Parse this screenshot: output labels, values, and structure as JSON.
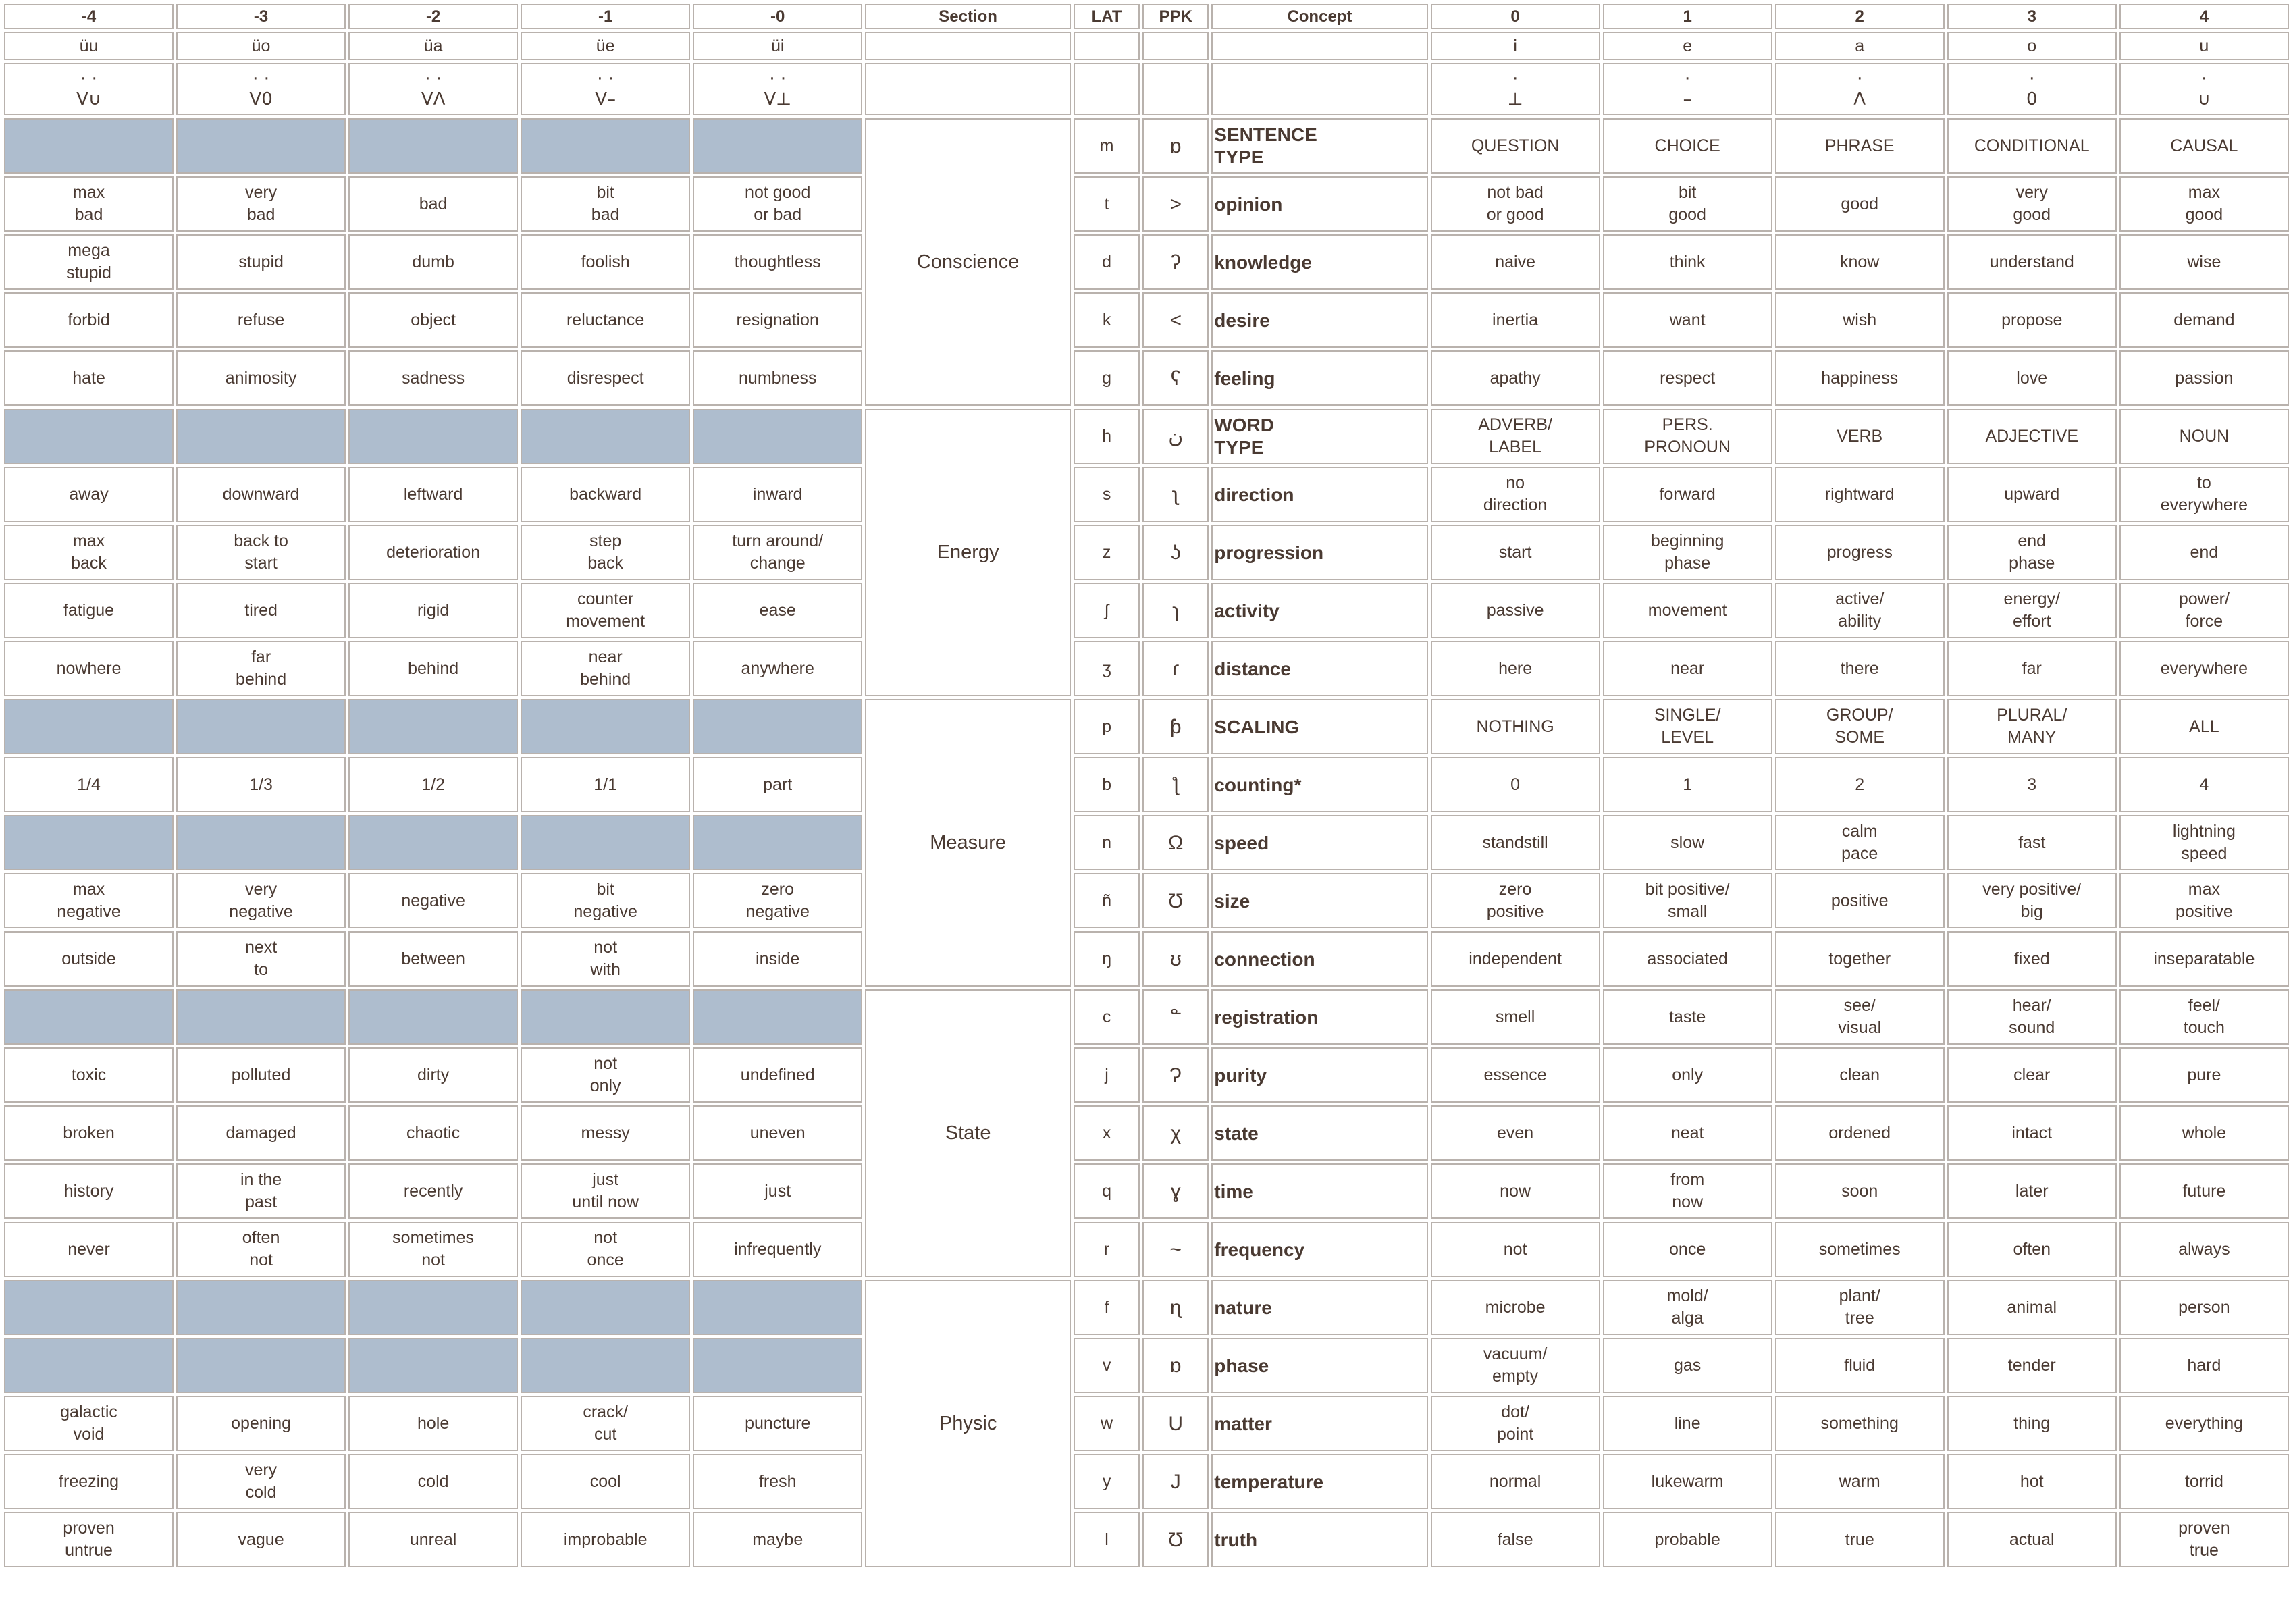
{
  "headers": {
    "neg": [
      "-4",
      "-3",
      "-2",
      "-1",
      "-0"
    ],
    "section": "Section",
    "lat": "LAT",
    "ppk": "PPK",
    "concept": "Concept",
    "pos": [
      "0",
      "1",
      "2",
      "3",
      "4"
    ]
  },
  "vowel_row": {
    "neg": [
      "üu",
      "üo",
      "üa",
      "üe",
      "üi"
    ],
    "pos": [
      "i",
      "e",
      "a",
      "o",
      "u"
    ]
  },
  "glyph_row": {
    "neg": [
      "· ·\nV∪",
      "· ·\nV0",
      "· ·\nVΛ",
      "· ·\nV–",
      "· ·\nV⊥"
    ],
    "pos": [
      "·\n⊥",
      "·\n–",
      "·\nΛ",
      "·\n0",
      "·\n∪"
    ]
  },
  "sections": [
    "Conscience",
    "Energy",
    "Measure",
    "State",
    "Physic"
  ],
  "rows": [
    {
      "neg": null,
      "lat": "m",
      "ppk": "ɒ",
      "concept": "SENTENCE\nTYPE",
      "pos": [
        "QUESTION",
        "CHOICE",
        "PHRASE",
        "CONDITIONAL",
        "CAUSAL"
      ]
    },
    {
      "neg": [
        "max\nbad",
        "very\nbad",
        "bad",
        "bit\nbad",
        "not good\nor bad"
      ],
      "lat": "t",
      "ppk": ">",
      "concept": "opinion",
      "pos": [
        "not bad\nor good",
        "bit\ngood",
        "good",
        "very\ngood",
        "max\ngood"
      ]
    },
    {
      "neg": [
        "mega\nstupid",
        "stupid",
        "dumb",
        "foolish",
        "thoughtless"
      ],
      "lat": "d",
      "ppk": "ʔ",
      "concept": "knowledge",
      "pos": [
        "naive",
        "think",
        "know",
        "understand",
        "wise"
      ]
    },
    {
      "neg": [
        "forbid",
        "refuse",
        "object",
        "reluctance",
        "resignation"
      ],
      "lat": "k",
      "ppk": "<",
      "concept": "desire",
      "pos": [
        "inertia",
        "want",
        "wish",
        "propose",
        "demand"
      ]
    },
    {
      "neg": [
        "hate",
        "animosity",
        "sadness",
        "disrespect",
        "numbness"
      ],
      "lat": "g",
      "ppk": "ʕ",
      "concept": "feeling",
      "pos": [
        "apathy",
        "respect",
        "happiness",
        "love",
        "passion"
      ]
    },
    {
      "neg": null,
      "lat": "h",
      "ppk": "ن",
      "concept": "WORD\nTYPE",
      "pos": [
        "ADVERB/\nLABEL",
        "PERS.\nPRONOUN",
        "VERB",
        "ADJECTIVE",
        "NOUN"
      ]
    },
    {
      "neg": [
        "away",
        "downward",
        "leftward",
        "backward",
        "inward"
      ],
      "lat": "s",
      "ppk": "ʅ",
      "concept": "direction",
      "pos": [
        "no\ndirection",
        "forward",
        "rightward",
        "upward",
        "to\neverywhere"
      ]
    },
    {
      "neg": [
        "max\nback",
        "back to\nstart",
        "deterioration",
        "step\nback",
        "turn around/\nchange"
      ],
      "lat": "z",
      "ppk": "ʖ",
      "concept": "progression",
      "pos": [
        "start",
        "beginning\nphase",
        "progress",
        "end\nphase",
        "end"
      ]
    },
    {
      "neg": [
        "fatigue",
        "tired",
        "rigid",
        "counter\nmovement",
        "ease"
      ],
      "lat": "ʃ",
      "ppk": "ɿ",
      "concept": "activity",
      "pos": [
        "passive",
        "movement",
        "active/\nability",
        "energy/\neffort",
        "power/\nforce"
      ]
    },
    {
      "neg": [
        "nowhere",
        "far\nbehind",
        "behind",
        "near\nbehind",
        "anywhere"
      ],
      "lat": "ʒ",
      "ppk": "ɾ",
      "concept": "distance",
      "pos": [
        "here",
        "near",
        "there",
        "far",
        "everywhere"
      ]
    },
    {
      "neg": null,
      "lat": "p",
      "ppk": "ƥ",
      "concept": "SCALING",
      "pos": [
        "NOTHING",
        "SINGLE/\nLEVEL",
        "GROUP/\nSOME",
        "PLURAL/\nMANY",
        "ALL"
      ]
    },
    {
      "neg": [
        "1/4",
        "1/3",
        "1/2",
        "1/1",
        "part"
      ],
      "lat": "b",
      "ppk": "ƪ",
      "concept": "counting*",
      "pos": [
        "0",
        "1",
        "2",
        "3",
        "4"
      ]
    },
    {
      "neg": null,
      "lat": "n",
      "ppk": "Ω",
      "concept": "speed",
      "pos": [
        "standstill",
        "slow",
        "calm\npace",
        "fast",
        "lightning\nspeed"
      ]
    },
    {
      "neg": [
        "max\nnegative",
        "very\nnegative",
        "negative",
        "bit\nnegative",
        "zero\nnegative"
      ],
      "lat": "ñ",
      "ppk": "Ʊ",
      "concept": "size",
      "pos": [
        "zero\npositive",
        "bit positive/\nsmall",
        "positive",
        "very positive/\nbig",
        "max\npositive"
      ]
    },
    {
      "neg": [
        "outside",
        "next\nto",
        "between",
        "not\nwith",
        "inside"
      ],
      "lat": "ŋ",
      "ppk": "ʊ",
      "concept": "connection",
      "pos": [
        "independent",
        "associated",
        "together",
        "fixed",
        "inseparatable"
      ]
    },
    {
      "neg": null,
      "lat": "c",
      "ppk": "ᓐ",
      "concept": "registration",
      "pos": [
        "smell",
        "taste",
        "see/\nvisual",
        "hear/\nsound",
        "feel/\ntouch"
      ]
    },
    {
      "neg": [
        "toxic",
        "polluted",
        "dirty",
        "not\nonly",
        "undefined"
      ],
      "lat": "j",
      "ppk": "Ɂ",
      "concept": "purity",
      "pos": [
        "essence",
        "only",
        "clean",
        "clear",
        "pure"
      ]
    },
    {
      "neg": [
        "broken",
        "damaged",
        "chaotic",
        "messy",
        "uneven"
      ],
      "lat": "x",
      "ppk": "χ",
      "concept": "state",
      "pos": [
        "even",
        "neat",
        "ordened",
        "intact",
        "whole"
      ]
    },
    {
      "neg": [
        "history",
        "in the\npast",
        "recently",
        "just\nuntil now",
        "just"
      ],
      "lat": "q",
      "ppk": "ɣ",
      "concept": "time",
      "pos": [
        "now",
        "from\nnow",
        "soon",
        "later",
        "future"
      ]
    },
    {
      "neg": [
        "never",
        "often\nnot",
        "sometimes\nnot",
        "not\nonce",
        "infrequently"
      ],
      "lat": "r",
      "ppk": "~",
      "concept": "frequency",
      "pos": [
        "not",
        "once",
        "sometimes",
        "often",
        "always"
      ]
    },
    {
      "neg": null,
      "lat": "f",
      "ppk": "ɳ",
      "concept": "nature",
      "pos": [
        "microbe",
        "mold/\nalga",
        "plant/\ntree",
        "animal",
        "person"
      ]
    },
    {
      "neg": null,
      "lat": "v",
      "ppk": "ɒ",
      "concept": "phase",
      "pos": [
        "vacuum/\nempty",
        "gas",
        "fluid",
        "tender",
        "hard"
      ]
    },
    {
      "neg": [
        "galactic\nvoid",
        "opening",
        "hole",
        "crack/\ncut",
        "puncture"
      ],
      "lat": "w",
      "ppk": "U",
      "concept": "matter",
      "pos": [
        "dot/\npoint",
        "line",
        "something",
        "thing",
        "everything"
      ]
    },
    {
      "neg": [
        "freezing",
        "very\ncold",
        "cold",
        "cool",
        "fresh"
      ],
      "lat": "y",
      "ppk": "J",
      "concept": "temperature",
      "pos": [
        "normal",
        "lukewarm",
        "warm",
        "hot",
        "torrid"
      ]
    },
    {
      "neg": [
        "proven\nuntrue",
        "vague",
        "unreal",
        "improbable",
        "maybe"
      ],
      "lat": "l",
      "ppk": "Ʊ",
      "concept": "truth",
      "pos": [
        "false",
        "probable",
        "true",
        "actual",
        "proven\ntrue"
      ]
    }
  ]
}
